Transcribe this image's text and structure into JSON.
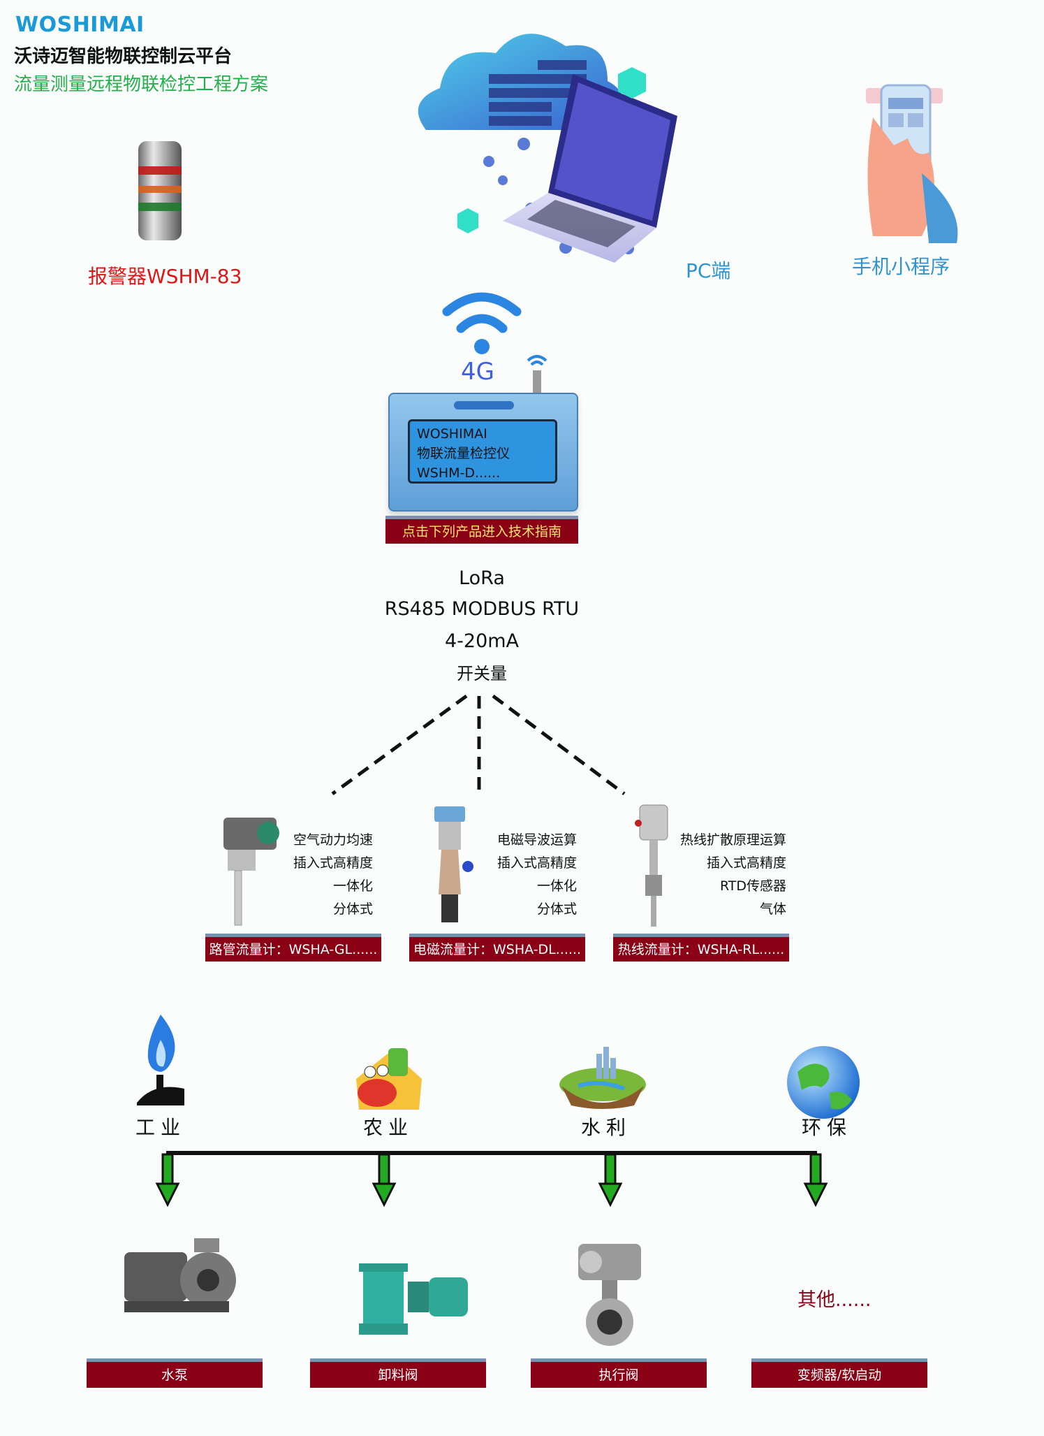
{
  "header": {
    "brand": "WOSHIMAI",
    "title": "沃诗迈智能物联控制云平台",
    "subtitle": "流量测量远程物联检控工程方案"
  },
  "alarm": {
    "label": "报警器WSHM-83"
  },
  "clients": {
    "pc": "PC端",
    "mobile": "手机小程序"
  },
  "network": {
    "label": "4G"
  },
  "device": {
    "screen_lines": [
      "WOSHIMAI",
      "物联流量检控仪",
      "WSHM-D......"
    ],
    "guide_link": "点击下列产品进入技术指南"
  },
  "protocols": [
    "LoRa",
    "RS485 MODBUS RTU",
    "4-20mA",
    "开关量"
  ],
  "sensors": [
    {
      "features": [
        "空气动力均速",
        "插入式高精度",
        "一体化",
        "分体式"
      ],
      "link": "路管流量计：WSHA-GL......"
    },
    {
      "features": [
        "电磁导波运算",
        "插入式高精度",
        "一体化",
        "分体式"
      ],
      "link": "电磁流量计：WSHA-DL......"
    },
    {
      "features": [
        "热线扩散原理运算",
        "插入式高精度",
        "RTD传感器",
        "气体"
      ],
      "link": "热线流量计：WSHA-RL......"
    }
  ],
  "categories": [
    "工业",
    "农业",
    "水利",
    "环保"
  ],
  "actuators": [
    {
      "label": "水泵"
    },
    {
      "label": "卸料阀"
    },
    {
      "label": "执行阀"
    },
    {
      "label": "变频器/软启动",
      "placeholder": "其他......"
    }
  ],
  "colors": {
    "brand": "#1a9ad6",
    "accent_green": "#22b04a",
    "bar": "#8a0015",
    "bar_text": "#ffe36b",
    "arrow": "#22aa22"
  }
}
